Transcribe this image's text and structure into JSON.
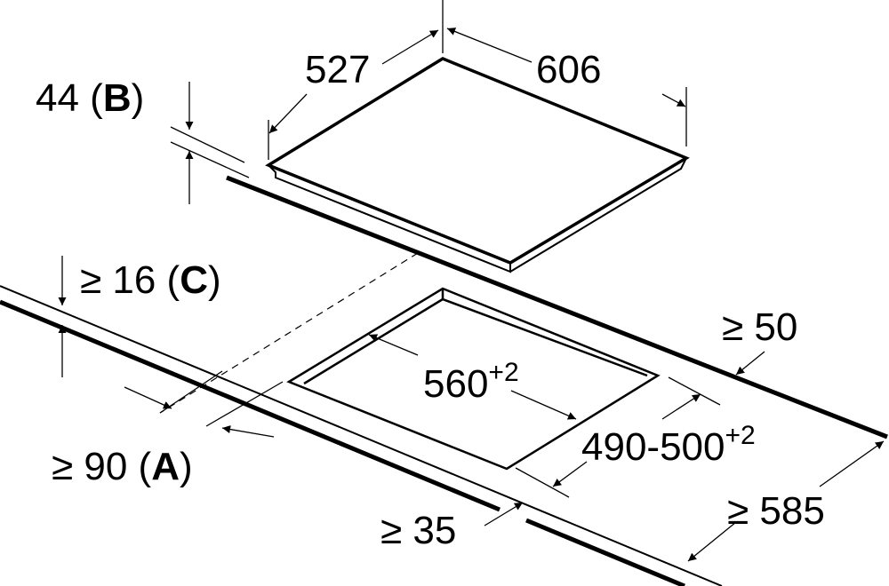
{
  "diagram": {
    "colors": {
      "stroke": "#000000",
      "background": "#ffffff"
    },
    "cooktop": {
      "depth": "527",
      "width": "606",
      "thickness_prefix": "44 (",
      "thickness_ref": "B",
      "thickness_suffix": ")"
    },
    "worktop": {
      "min_thickness_prefix": "≥ 16 (",
      "min_thickness_ref": "C",
      "min_thickness_suffix": ")",
      "min_back_distance": "≥ 50",
      "min_depth": "≥ 585",
      "min_front_distance": "≥ 35",
      "min_wall_distance_prefix": "≥ 90 (",
      "min_wall_distance_ref": "A",
      "min_wall_distance_suffix": ")"
    },
    "cutout": {
      "width_base": "560",
      "width_tolerance": "+2",
      "depth_base": "490-500",
      "depth_tolerance": "+2"
    }
  }
}
